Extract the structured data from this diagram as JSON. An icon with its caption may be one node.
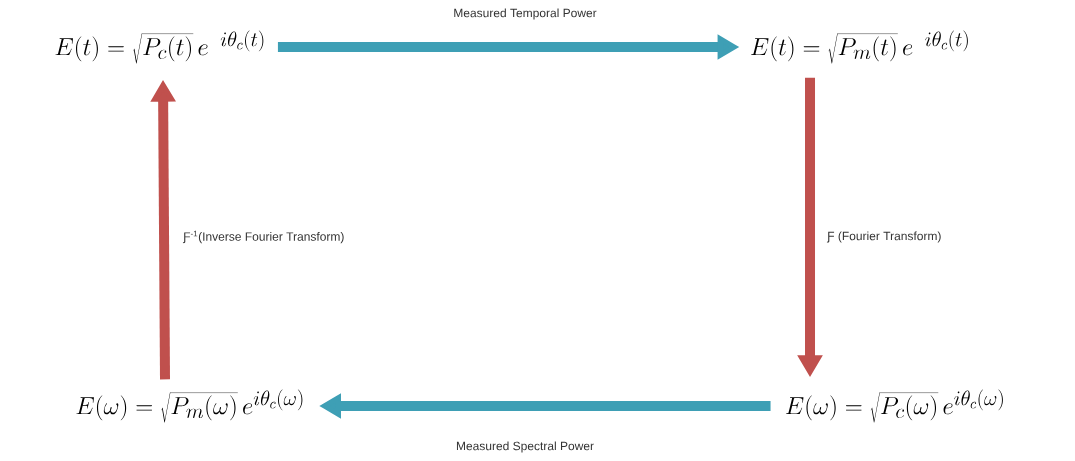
{
  "diagram": {
    "nodes": [
      {
        "text": [
          "E(t) = \\sqrt{P_c(t)}\\,e^{\\;\\;i\\theta_c(t)}"
        ]
      },
      {
        "text": [
          "E(t) = \\sqrt{P_m(t)}\\,e^{\\;\\;i\\theta_c(t)}"
        ]
      },
      {
        "text": [
          "E(\\omega) = \\sqrt{P_m(\\omega)}\\,e^{i\\theta_c(\\omega)}"
        ]
      },
      {
        "text": [
          "E(\\omega) = \\sqrt{P_c(\\omega)}\\,e^{i\\theta_c(\\omega)}"
        ]
      }
    ],
    "edges": [
      {
        "from": 0,
        "to": 1,
        "arrow": "to",
        "label": "Measured Temporal Power",
        "color": "#3e9fb5"
      },
      {
        "from": 1,
        "to": 3,
        "arrow": "to",
        "label": "Ƒ (Fourier Transform)",
        "color": "#c0504d"
      },
      {
        "from": 3,
        "to": 2,
        "arrow": "to",
        "label": "Measured Spectral Power",
        "color": "#3e9fb5"
      },
      {
        "from": 2,
        "to": 0,
        "arrow": "to",
        "label": "Ƒ$^{-1}$(Inverse Fourier Transform)",
        "color": "#c0504d"
      }
    ]
  }
}
